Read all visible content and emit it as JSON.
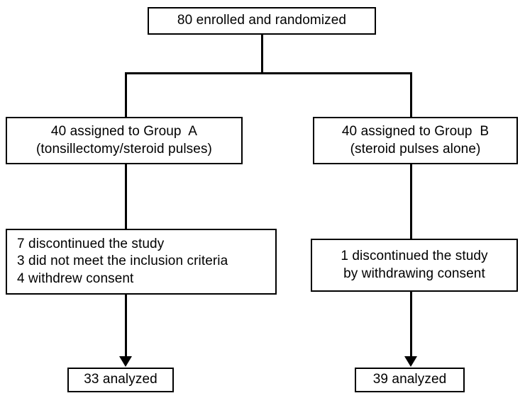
{
  "diagram": {
    "type": "consort-participant-flow",
    "title": "Participant flow diagram",
    "colors": {
      "stroke": "#000000",
      "background": "#ffffff",
      "text": "#000000"
    }
  },
  "nodes": {
    "enrolled": {
      "line1": "80 enrolled and randomized"
    },
    "group_a": {
      "line1": "40 assigned to Group  A",
      "line2": "(tonsillectomy/steroid pulses)"
    },
    "group_b": {
      "line1": "40 assigned to Group  B",
      "line2": "(steroid pulses alone)"
    },
    "exclusions_a": {
      "line1": "7 discontinued the study",
      "line2": "3 did not meet the inclusion criteria",
      "line3": "4 withdrew consent"
    },
    "exclusions_b": {
      "line1": "1 discontinued the study",
      "line2": "by withdrawing consent"
    },
    "analyzed_a": {
      "line1": "33 analyzed"
    },
    "analyzed_b": {
      "line1": "39 analyzed"
    }
  }
}
